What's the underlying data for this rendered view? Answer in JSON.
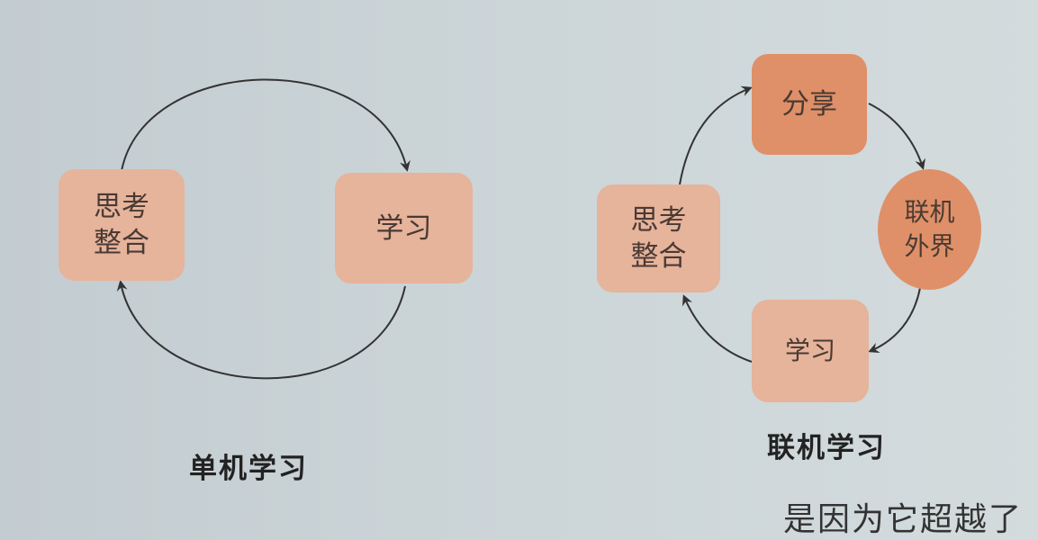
{
  "left_diagram": {
    "nodes": [
      "思考\n整合",
      "学习"
    ],
    "node1_line1": "思考",
    "node1_line2": "整合",
    "node2": "学习",
    "caption": "单机学习"
  },
  "right_diagram": {
    "share": "分享",
    "external_line1": "联机",
    "external_line2": "外界",
    "learn": "学习",
    "think_line1": "思考",
    "think_line2": "整合",
    "caption": "联机学习"
  },
  "colors": {
    "light_node": "#e6b39b",
    "dark_node": "#df9068",
    "arrow": "#333333"
  },
  "bottom_text_partial": "是因为它超越了"
}
